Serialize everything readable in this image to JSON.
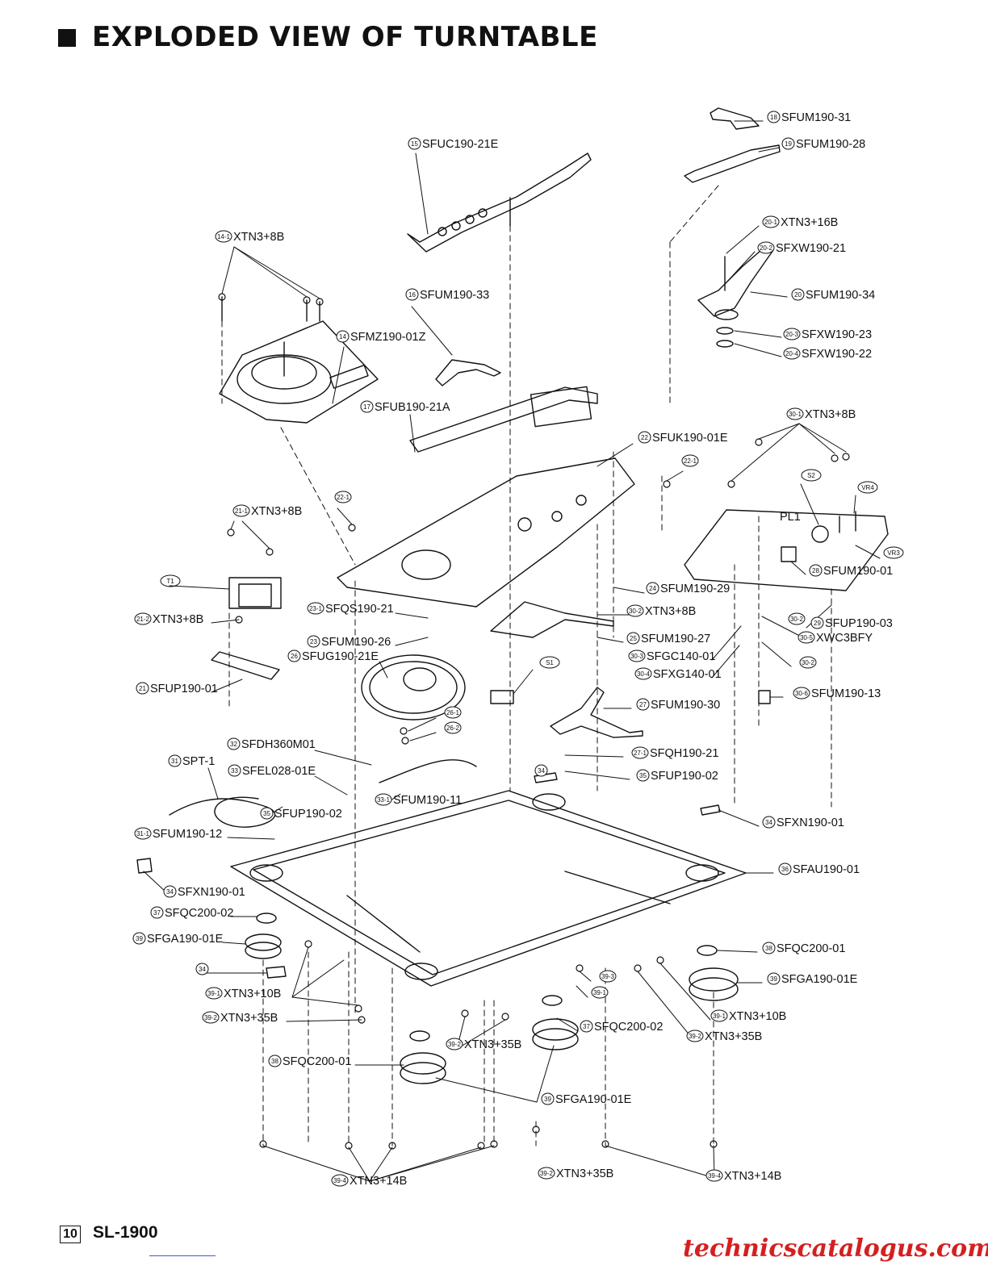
{
  "page": {
    "title": "EXPLODED VIEW OF TURNTABLE",
    "page_number": "10",
    "model": "SL-1900",
    "watermark": "technicscatalogus.com"
  },
  "parts": [
    {
      "ref": "18",
      "code": "SFUM190-31"
    },
    {
      "ref": "19",
      "code": "SFUM190-28"
    },
    {
      "ref": "15",
      "code": "SFUC190-21E"
    },
    {
      "ref": "20-1",
      "code": "XTN3+16B"
    },
    {
      "ref": "20-2",
      "code": "SFXW190-21"
    },
    {
      "ref": "20",
      "code": "SFUM190-34"
    },
    {
      "ref": "20-3",
      "code": "SFXW190-23"
    },
    {
      "ref": "20-4",
      "code": "SFXW190-22"
    },
    {
      "ref": "14-1",
      "code": "XTN3+8B"
    },
    {
      "ref": "16",
      "code": "SFUM190-33"
    },
    {
      "ref": "14",
      "code": "SFMZ190-01Z"
    },
    {
      "ref": "17",
      "code": "SFUB190-21A"
    },
    {
      "ref": "30-1",
      "code": "XTN3+8B"
    },
    {
      "ref": "22",
      "code": "SFUK190-01E"
    },
    {
      "ref": "22-1",
      "code": ""
    },
    {
      "ref": "22-1",
      "code": ""
    },
    {
      "ref": "S2",
      "code": ""
    },
    {
      "ref": "VR4",
      "code": ""
    },
    {
      "ref": "21-1",
      "code": "XTN3+8B"
    },
    {
      "ref": "",
      "code": "PL1"
    },
    {
      "ref": "VR3",
      "code": ""
    },
    {
      "ref": "28",
      "code": "SFUM190-01"
    },
    {
      "ref": "T1",
      "code": ""
    },
    {
      "ref": "24",
      "code": "SFUM190-29"
    },
    {
      "ref": "23-1",
      "code": "SFQS190-21"
    },
    {
      "ref": "30-2",
      "code": "XTN3+8B"
    },
    {
      "ref": "30-2",
      "code": ""
    },
    {
      "ref": "29",
      "code": "SFUP190-03"
    },
    {
      "ref": "21-2",
      "code": "XTN3+8B"
    },
    {
      "ref": "23",
      "code": "SFUM190-26"
    },
    {
      "ref": "25",
      "code": "SFUM190-27"
    },
    {
      "ref": "30-5",
      "code": "XWC3BFY"
    },
    {
      "ref": "26",
      "code": "SFUG190-21E"
    },
    {
      "ref": "30-3",
      "code": "SFGC140-01"
    },
    {
      "ref": "30-2",
      "code": ""
    },
    {
      "ref": "30-4",
      "code": "SFXG140-01"
    },
    {
      "ref": "S1",
      "code": ""
    },
    {
      "ref": "21",
      "code": "SFUP190-01"
    },
    {
      "ref": "30-6",
      "code": "SFUM190-13"
    },
    {
      "ref": "27",
      "code": "SFUM190-30"
    },
    {
      "ref": "26-1",
      "code": ""
    },
    {
      "ref": "26-2",
      "code": ""
    },
    {
      "ref": "32",
      "code": "SFDH360M01"
    },
    {
      "ref": "27-1",
      "code": "SFQH190-21"
    },
    {
      "ref": "31",
      "code": "SPT-1"
    },
    {
      "ref": "33",
      "code": "SFEL028-01E"
    },
    {
      "ref": "34",
      "code": ""
    },
    {
      "ref": "35",
      "code": "SFUP190-02"
    },
    {
      "ref": "33-1",
      "code": "SFUM190-11"
    },
    {
      "ref": "35",
      "code": "SFUP190-02"
    },
    {
      "ref": "34",
      "code": "SFXN190-01"
    },
    {
      "ref": "31-1",
      "code": "SFUM190-12"
    },
    {
      "ref": "36",
      "code": "SFAU190-01"
    },
    {
      "ref": "34",
      "code": "SFXN190-01"
    },
    {
      "ref": "37",
      "code": "SFQC200-02"
    },
    {
      "ref": "39",
      "code": "SFGA190-01E"
    },
    {
      "ref": "38",
      "code": "SFQC200-01"
    },
    {
      "ref": "34",
      "code": ""
    },
    {
      "ref": "39-3",
      "code": ""
    },
    {
      "ref": "39",
      "code": "SFGA190-01E"
    },
    {
      "ref": "39-1",
      "code": "XTN3+10B"
    },
    {
      "ref": "39-1",
      "code": ""
    },
    {
      "ref": "39-1",
      "code": "XTN3+10B"
    },
    {
      "ref": "39-2",
      "code": "XTN3+35B"
    },
    {
      "ref": "37",
      "code": "SFQC200-02"
    },
    {
      "ref": "39-2",
      "code": "XTN3+35B"
    },
    {
      "ref": "39-2",
      "code": "XTN3+35B"
    },
    {
      "ref": "38",
      "code": "SFQC200-01"
    },
    {
      "ref": "39",
      "code": "SFGA190-01E"
    },
    {
      "ref": "39-4",
      "code": "XTN3+14B"
    },
    {
      "ref": "39-2",
      "code": "XTN3+35B"
    },
    {
      "ref": "39-4",
      "code": "XTN3+14B"
    }
  ]
}
